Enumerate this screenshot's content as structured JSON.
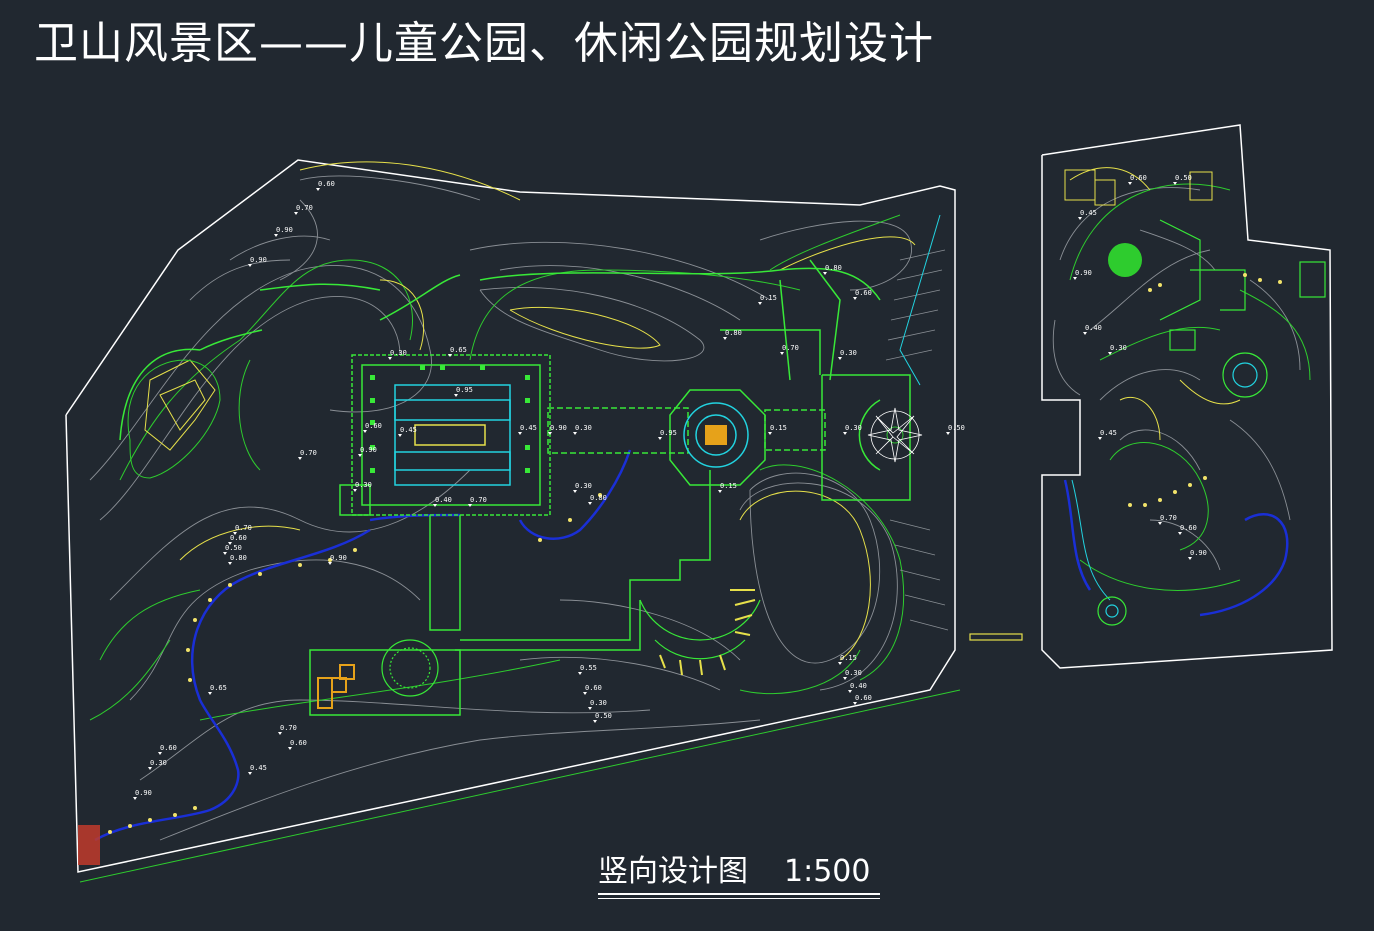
{
  "title": "卫山风景区——儿童公园、休闲公园规划设计",
  "caption": {
    "name": "竖向设计图",
    "scale": "1:500"
  },
  "colors": {
    "background": "#212830",
    "boundary": "#ffffff",
    "contour": "#8a8f95",
    "contour_major": "#2ecc2e",
    "contour_accent": "#e6e04a",
    "path": "#38e838",
    "water": "#1a2fd6",
    "plaza_accent": "#22d3e0"
  },
  "elevation_labels": [
    "0.60",
    "0.70",
    "0.90",
    "0.90",
    "0.95",
    "0.65",
    "0.30",
    "0.70",
    "0.90",
    "0.60",
    "0.45",
    "0.45",
    "0.90",
    "0.30",
    "0.95",
    "0.15",
    "0.30",
    "0.50",
    "0.30",
    "0.40",
    "0.70",
    "0.15",
    "0.30",
    "0.80",
    "0.70",
    "0.60",
    "0.50",
    "0.80",
    "0.90",
    "0.65",
    "0.70",
    "0.60",
    "0.45",
    "0.60",
    "0.30",
    "0.90",
    "0.55",
    "0.60",
    "0.30",
    "0.50",
    "0.15",
    "0.30",
    "0.40",
    "0.60",
    "0.80",
    "0.60",
    "0.15",
    "0.80",
    "0.70",
    "0.30",
    "0.60",
    "0.50",
    "0.45",
    "0.90",
    "0.40",
    "0.30",
    "0.70",
    "0.60",
    "0.90",
    "0.45"
  ]
}
